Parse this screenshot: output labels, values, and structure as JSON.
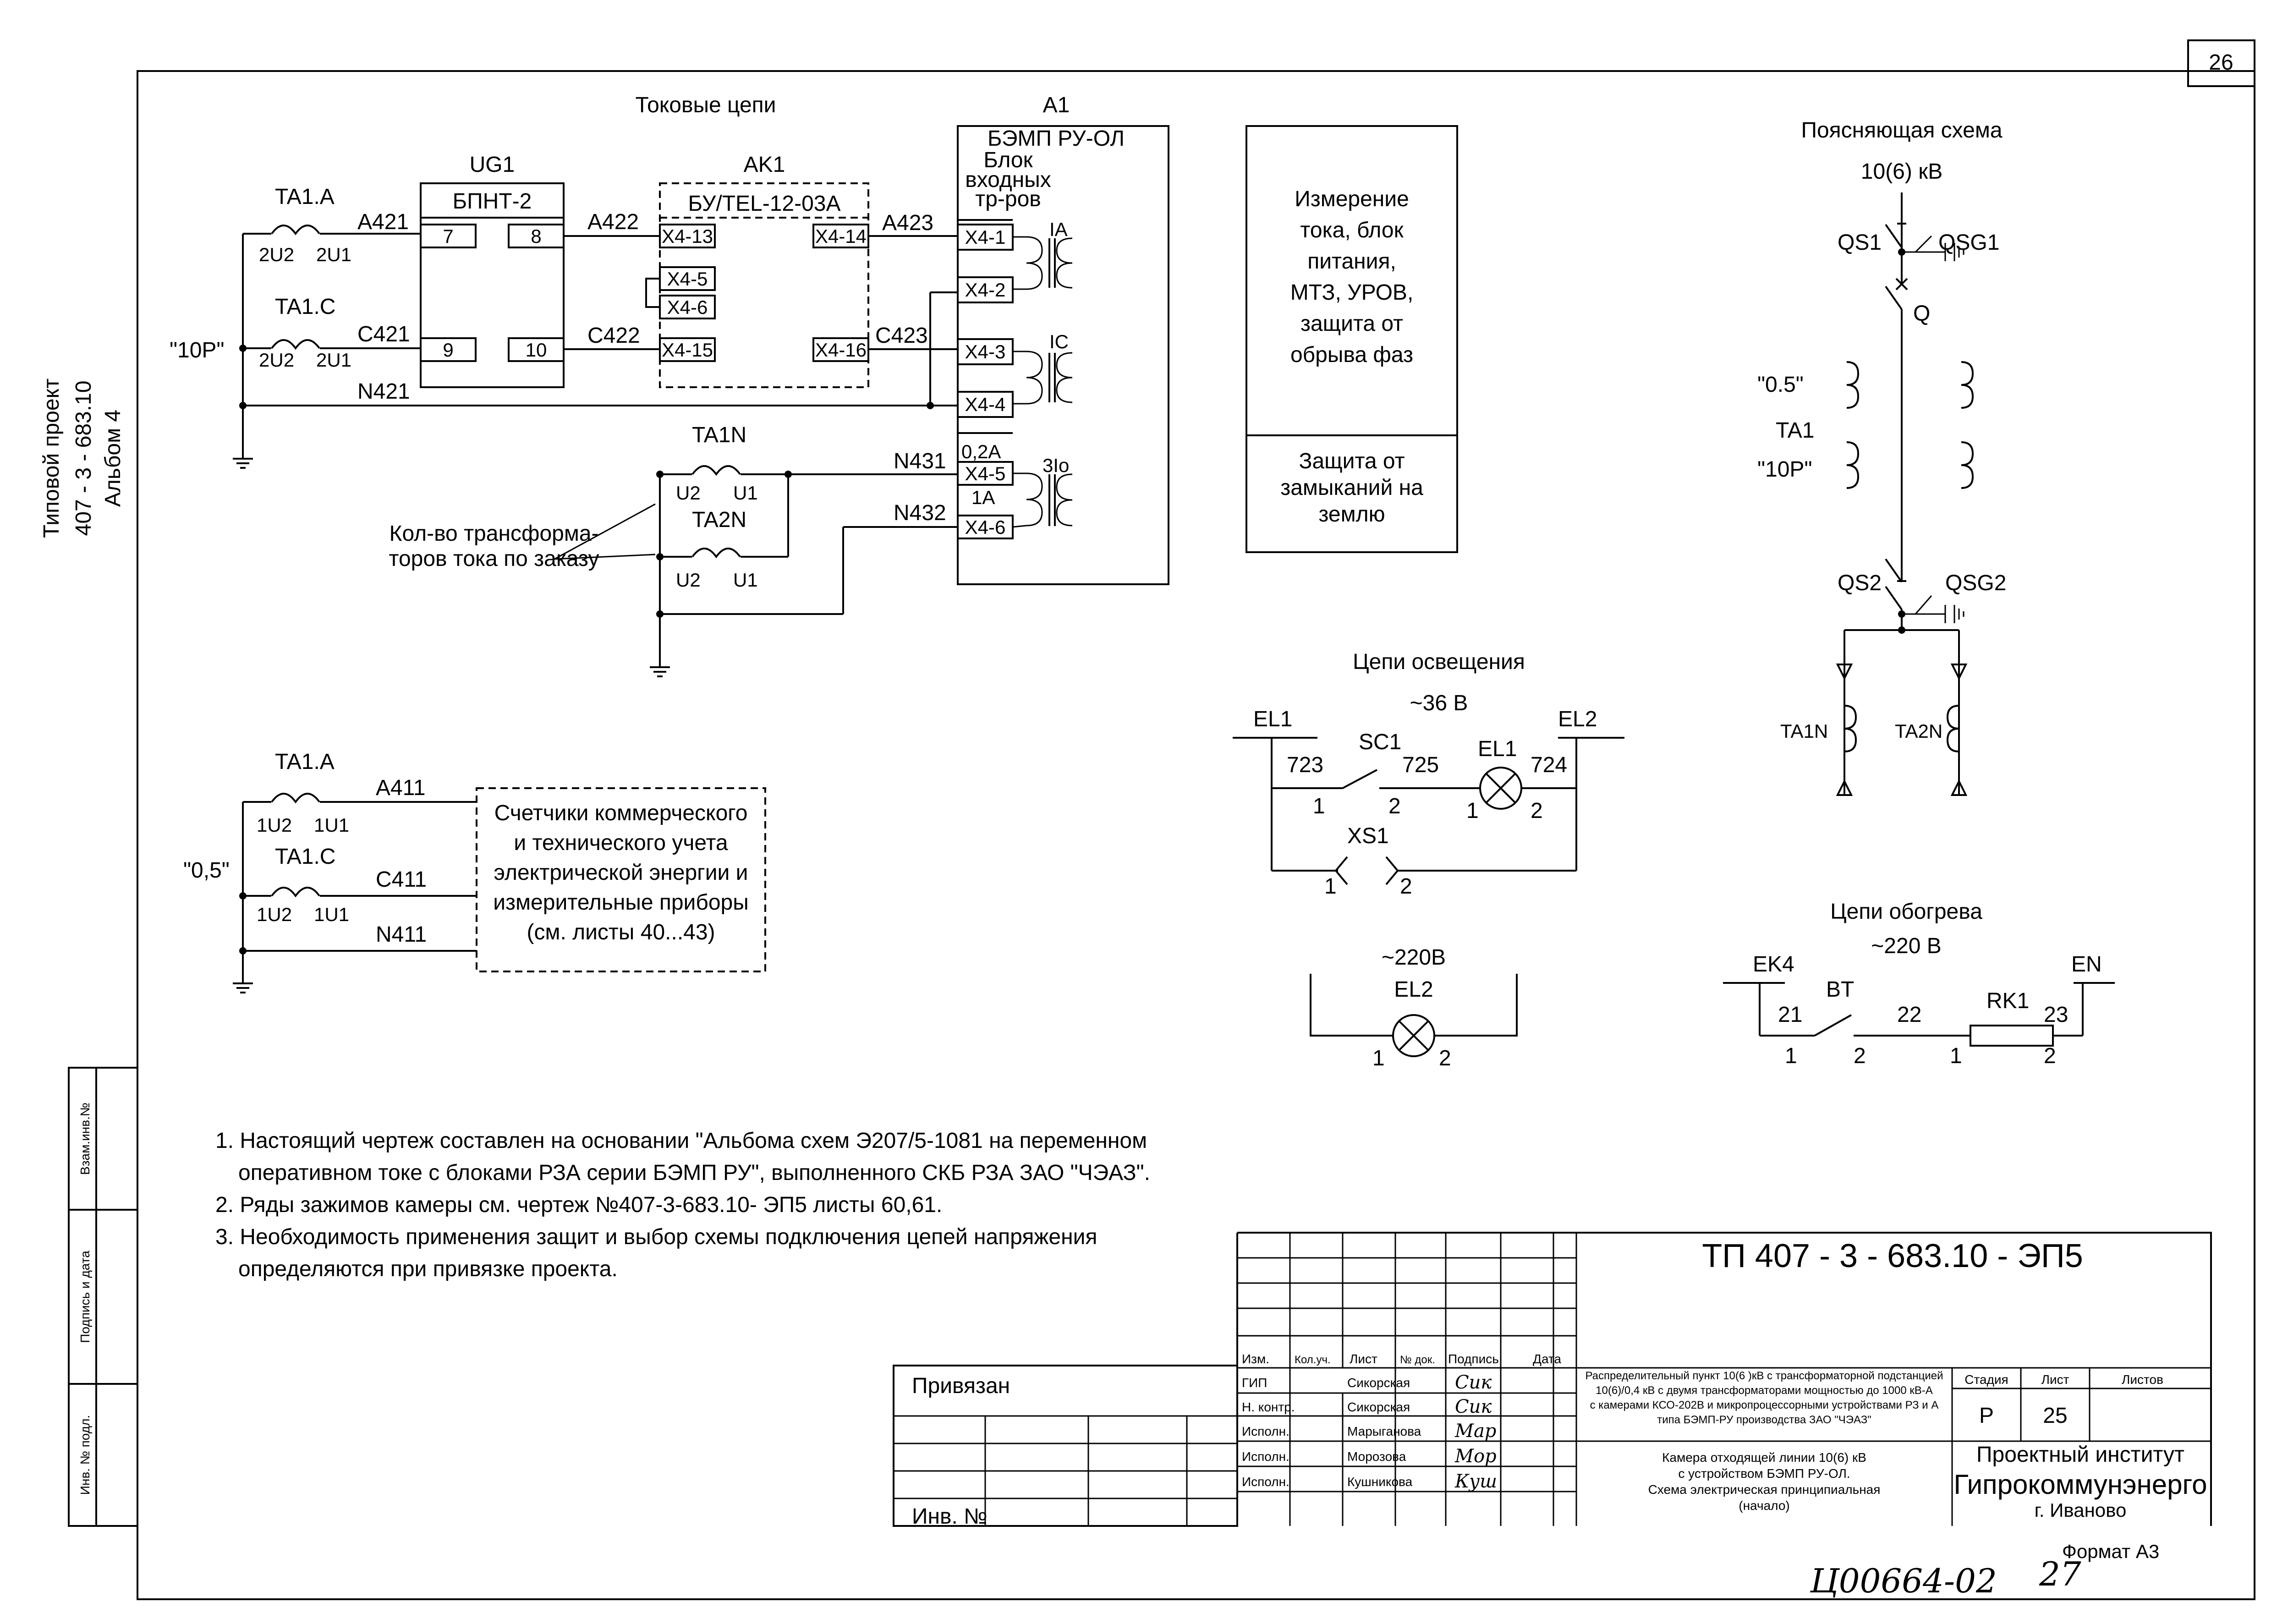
{
  "page": {
    "sheet_number": "26",
    "side_stamp": [
      "Типовой проект",
      "407 - 3 - 683.10",
      "Альбом 4"
    ],
    "left_columns": [
      "Взам.инв.№",
      "Подпись и дата",
      "Инв. № подл."
    ],
    "format": "Формат А3",
    "handwritten_code": "Ц00664-02",
    "handwritten_page": "27"
  },
  "current_circuits": {
    "title": "Токовые цепи",
    "ta1a": "TA1.A",
    "ta1c": "TA1.C",
    "t_2u2": "2U2",
    "t_2u1": "2U1",
    "accuracy": "\"10Р\"",
    "w_a421": "A421",
    "w_c421": "C421",
    "w_n421": "N421",
    "w_a422": "A422",
    "w_c422": "C422",
    "w_a423": "A423",
    "w_c423": "C423",
    "w_n431": "N431",
    "w_n432": "N432",
    "ug1": "UG1",
    "bpnt": "БПНТ-2",
    "t7": "7",
    "t8": "8",
    "t9": "9",
    "t10": "10",
    "ak1": "AK1",
    "bu": "БУ/TEL-12-03A",
    "x4_13": "X4-13",
    "x4_5": "X4-5",
    "x4_6": "X4-6",
    "x4_15": "X4-15",
    "x4_14": "X4-14",
    "x4_16": "X4-16",
    "a1": "A1",
    "bemp": "БЭМП РУ-ОЛ",
    "blok_line1": "Блок",
    "blok_line2": "входных",
    "blok_line3": "тр-ров",
    "a_x41": "X4-1",
    "a_x42": "X4-2",
    "a_x43": "X4-3",
    "a_x44": "X4-4",
    "a_x45": "X4-5",
    "a_x46": "X4-6",
    "ia": "IA",
    "ic": "IC",
    "i3o": "3Io",
    "r02a": "0,2A",
    "r1a": "1A",
    "ta1n": "TA1N",
    "ta2n": "TA2N",
    "u2": "U2",
    "u1": "U1",
    "note_line1": "Кол-во трансформа-",
    "note_line2": "торов тока по заказу"
  },
  "function_box": {
    "top_lines": [
      "Измерение",
      "тока, блок",
      "питания,",
      "МТЗ, УРОВ,",
      "защита от",
      "обрыва фаз"
    ],
    "bottom_lines": [
      "Защита от",
      "замыканий на",
      "землю"
    ]
  },
  "metering": {
    "ta1a": "TA1.A",
    "ta1c": "TA1.C",
    "t_1u2": "1U2",
    "t_1u1": "1U1",
    "accuracy": "\"0,5\"",
    "w_a411": "A411",
    "w_c411": "C411",
    "w_n411": "N411",
    "box_lines": [
      "Счетчики коммерческого",
      "и технического учета",
      "электрической  энергии и",
      "измерительные приборы",
      "(см.  листы 40...43)"
    ]
  },
  "explanatory": {
    "title": "Поясняющая схема",
    "voltage": "10(6) кВ",
    "qs1": "QS1",
    "qsg1": "QSG1",
    "q": "Q",
    "acc05": "\"0.5\"",
    "ta1": "TA1",
    "acc10": "\"10Р\"",
    "qs2": "QS2",
    "qsg2": "QSG2",
    "ta1n": "TA1N",
    "ta2n": "TA2N"
  },
  "lighting": {
    "title": "Цепи освещения",
    "voltage": "~36 В",
    "el1_bus": "EL1",
    "el2_bus": "EL2",
    "w723": "723",
    "w725": "725",
    "w724": "724",
    "sc1": "SC1",
    "el1": "EL1",
    "xs1": "XS1",
    "p1": "1",
    "p2": "2",
    "voltage2": "~220В",
    "el2": "EL2"
  },
  "heating": {
    "title": "Цепи обогрева",
    "voltage": "~220 В",
    "ek4": "EK4",
    "en": "EN",
    "bt": "BT",
    "rk1": "RK1",
    "w21": "21",
    "w22": "22",
    "w23": "23",
    "p1": "1",
    "p2": "2"
  },
  "notes": [
    "1. Настоящий чертеж составлен на основании \"Альбома схем Э207/5-1081 на переменном",
    "оперативном токе с блоками РЗА серии БЭМП РУ\", выполненного СКБ РЗА ЗАО \"ЧЭАЗ\".",
    "2. Ряды зажимов камеры см. чертеж №407-3-683.10- ЭП5 листы 60,61.",
    "3. Необходимость применения защит и выбор схемы подключения цепей напряжения",
    "определяются при привязке проекта."
  ],
  "title_block": {
    "doc_code": "ТП  407 - 3 - 683.10 - ЭП5",
    "bound_label": "Привязан",
    "inv_label": "Инв. №",
    "headers": [
      "Изм.",
      "Кол.уч.",
      "Лист",
      "№ док.",
      "Подпись",
      "Дата"
    ],
    "roles": [
      "ГИП",
      "Н. контр.",
      "Исполн.",
      "Исполн.",
      "Исполн."
    ],
    "names": [
      "Сикорская",
      "Сикорская",
      "Марыганова",
      "Морозова",
      "Кушникова"
    ],
    "signatures": [
      "Сик",
      "Сик",
      "Мар",
      "Мор",
      "Куш"
    ],
    "project_desc": [
      "Распределительный пункт 10(6 )кВ с трансформаторной подстанцией",
      "10(6)/0,4 кВ с двумя трансформаторами мощностью до 1000 кВ-А",
      "с камерами КСО-202В и микропроцессорными устройствами РЗ и А",
      "типа БЭМП-РУ  производства ЗАО \"ЧЭАЗ\""
    ],
    "sheet_desc": [
      "Камера отходящей линии 10(6) кВ",
      "с устройством БЭМП РУ-ОЛ.",
      "Схема электрическая принципиальная",
      "(начало)"
    ],
    "stage_label": "Стадия",
    "sheet_label": "Лист",
    "sheets_label": "Листов",
    "stage": "Р",
    "sheet": "25",
    "org_line1": "Проектный институт",
    "org_line2": "Гипрокоммунэнерго",
    "org_line3": "г. Иваново"
  }
}
